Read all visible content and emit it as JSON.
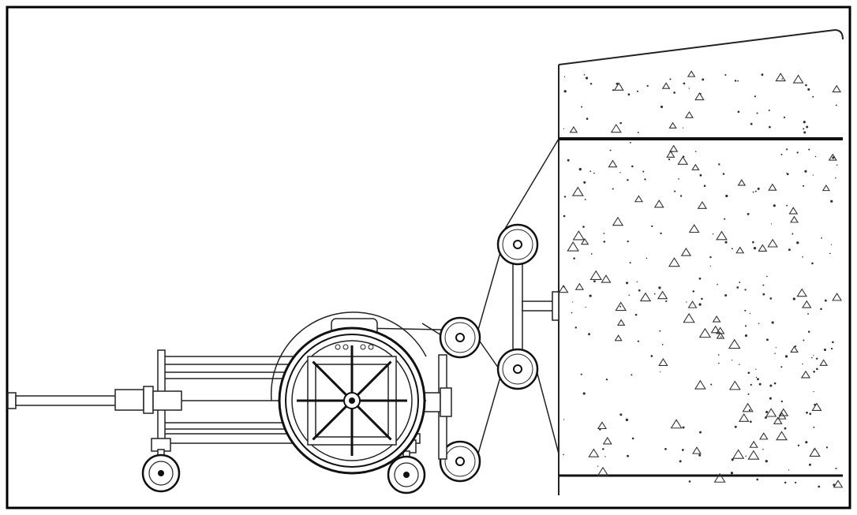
{
  "diagram": {
    "kind": "wire-saw-cutting-schematic",
    "frame_color": "#000000",
    "line_color": "#1a1a1a",
    "background": "#ffffff",
    "components": [
      "hydraulic-ram",
      "machine-carriage",
      "caster-wheel",
      "drive-flywheel",
      "idler-pulley",
      "pulley-bracket",
      "diamond-wire",
      "concrete-block"
    ]
  }
}
